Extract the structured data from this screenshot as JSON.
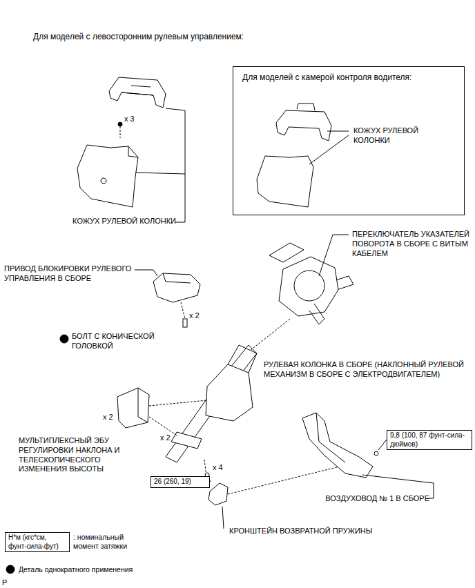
{
  "diagram": {
    "title": "Для моделей с левосторонним рулевым управлением:",
    "nodes": [
      {
        "text": [
          "Для моделей с камерой контроля водителя:",
          "КОЖУХ РУЛЕВОЙ КОЛОНКИ"
        ]
      },
      {
        "text": [
          "9,8 (100, 87 фунт-сила-дюймов)"
        ]
      },
      {
        "text": [
          "26 (260, 19)"
        ]
      },
      {
        "text": [
          "Н*м (кгс*см, фунт-сила-фут)"
        ]
      }
    ],
    "labels": [
      "x 3",
      "КОЖУХ РУЛЕВОЙ КОЛОНКИ",
      "ПЕРЕКЛЮЧАТЕЛЬ УКАЗАТЕЛЕЙ ПОВОРОТА В СБОРЕ С ВИТЫМ КАБЕЛЕМ",
      "ПРИВОД БЛОКИРОВКИ РУЛЕВОГО УПРАВЛЕНИЯ В СБОРЕ",
      "x 2",
      "БОЛТ С КОНИЧЕСКОЙ ГОЛОВКОЙ",
      "РУЛЕВАЯ КОЛОНКА В СБОРЕ (НАКЛОННЫЙ РУЛЕВОЙ МЕХАНИЗМ В СБОРЕ С ЭЛЕКТРОДВИГАТЕЛЕМ)",
      "x 2",
      "x 2",
      "МУЛЬТИПЛЕКСНЫЙ ЭБУ РЕГУЛИРОВКИ НАКЛОНА И ТЕЛЕСКОПИЧЕСКОГО ИЗМЕНЕНИЯ ВЫСОТЫ",
      "x 4",
      "ВОЗДУХОВОД № 1 В СБОРЕ",
      "КРОНШТЕЙН ВОЗВРАТНОЙ ПРУЖИНЫ",
      "P"
    ],
    "legend": [
      {
        "text": ": номинальный момент затяжки"
      },
      {
        "text": "Деталь однократного применения"
      }
    ]
  }
}
